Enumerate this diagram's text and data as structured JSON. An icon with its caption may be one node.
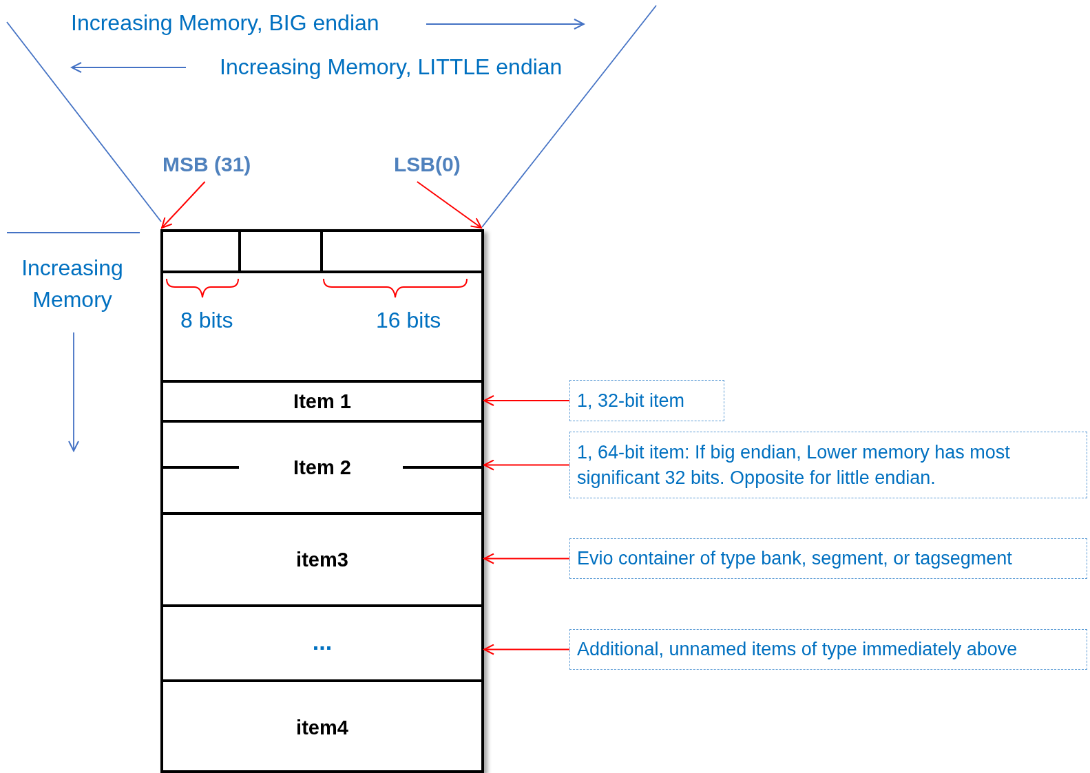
{
  "diagram": {
    "nodes": [
      {
        "text": [
          "MSB (31)"
        ]
      },
      {
        "text": [
          "LSB(0)"
        ]
      },
      {
        "text": [],
        "shape": "box"
      },
      {
        "text": [
          "Item 1"
        ],
        "in": 2
      },
      {
        "text": [
          "Item 2"
        ],
        "in": 2
      },
      {
        "text": [
          "item3"
        ],
        "in": 2
      },
      {
        "text": [
          "..."
        ],
        "in": 2
      },
      {
        "text": [
          "item4"
        ],
        "in": 2
      },
      {
        "text": [
          "1, 32-bit item"
        ]
      },
      {
        "text": [
          "1, 64-bit item: If big endian, Lower memory has most significant 32 bits. Opposite for little endian."
        ]
      },
      {
        "text": [
          "Evio container of type bank, segment, or tagsegment"
        ]
      },
      {
        "text": [
          "Additional, unnamed items of type immediately above"
        ]
      }
    ],
    "edges": [
      {
        "from": 0,
        "to": 2,
        "arrow": "to"
      },
      {
        "from": 1,
        "to": 2,
        "arrow": "to"
      },
      {
        "from": 8,
        "to": 3,
        "arrow": "to"
      },
      {
        "from": 9,
        "to": 4,
        "arrow": "to"
      },
      {
        "from": 10,
        "to": 5,
        "arrow": "to"
      },
      {
        "from": 11,
        "to": 6,
        "arrow": "to"
      }
    ],
    "labels": [
      "Increasing Memory, BIG endian",
      "Increasing Memory, LITTLE endian",
      "Increasing Memory",
      "8 bits",
      "16 bits"
    ]
  }
}
